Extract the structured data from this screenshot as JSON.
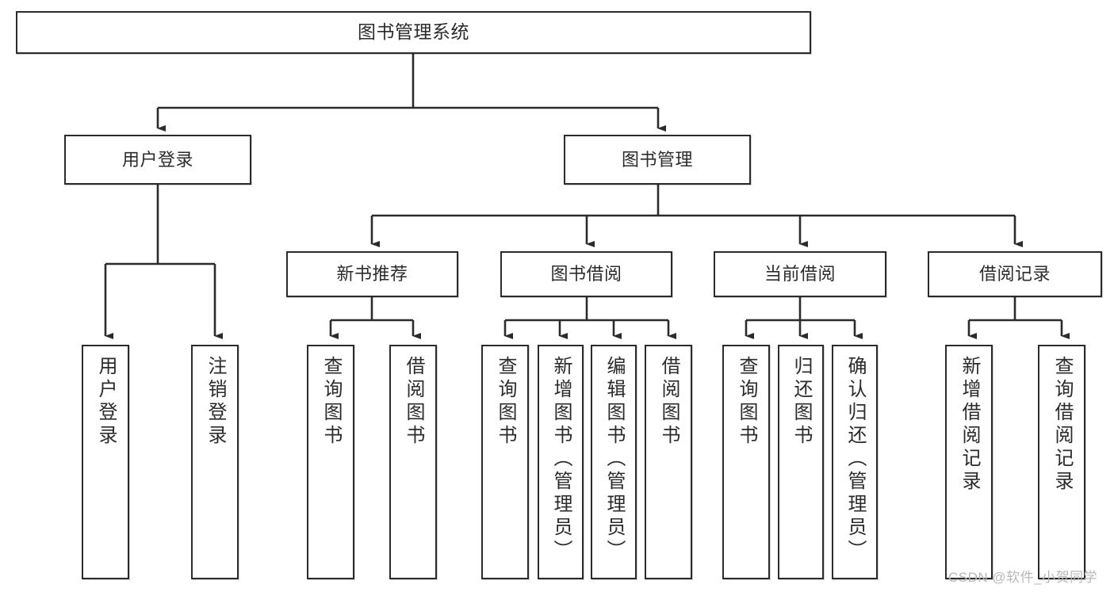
{
  "diagram": {
    "title": "图书管理系统",
    "type": "hierarchy-tree",
    "root": {
      "label": "图书管理系统"
    },
    "level2": [
      {
        "label": "用户登录"
      },
      {
        "label": "图书管理"
      }
    ],
    "level3": [
      {
        "label": "新书推荐"
      },
      {
        "label": "图书借阅"
      },
      {
        "label": "当前借阅"
      },
      {
        "label": "借阅记录"
      }
    ],
    "leaves_user_login": [
      {
        "label": "用户登录"
      },
      {
        "label": "注销登录"
      }
    ],
    "leaves_new_books": [
      {
        "label": "查询图书"
      },
      {
        "label": "借阅图书"
      }
    ],
    "leaves_borrow": [
      {
        "label": "查询图书"
      },
      {
        "label": "新增图书（管理员）"
      },
      {
        "label": "编辑图书（管理员）"
      },
      {
        "label": "借阅图书"
      }
    ],
    "leaves_current": [
      {
        "label": "查询图书"
      },
      {
        "label": "归还图书"
      },
      {
        "label": "确认归还（管理员）"
      }
    ],
    "leaves_records": [
      {
        "label": "新增借阅记录"
      },
      {
        "label": "查询借阅记录"
      }
    ]
  },
  "watermark": {
    "text": "CSDN @软件_小贺同学"
  },
  "colors": {
    "border": "#2b2b2b",
    "text": "#2b2b2b",
    "background": "#ffffff",
    "watermark": "#b8b8b8"
  }
}
